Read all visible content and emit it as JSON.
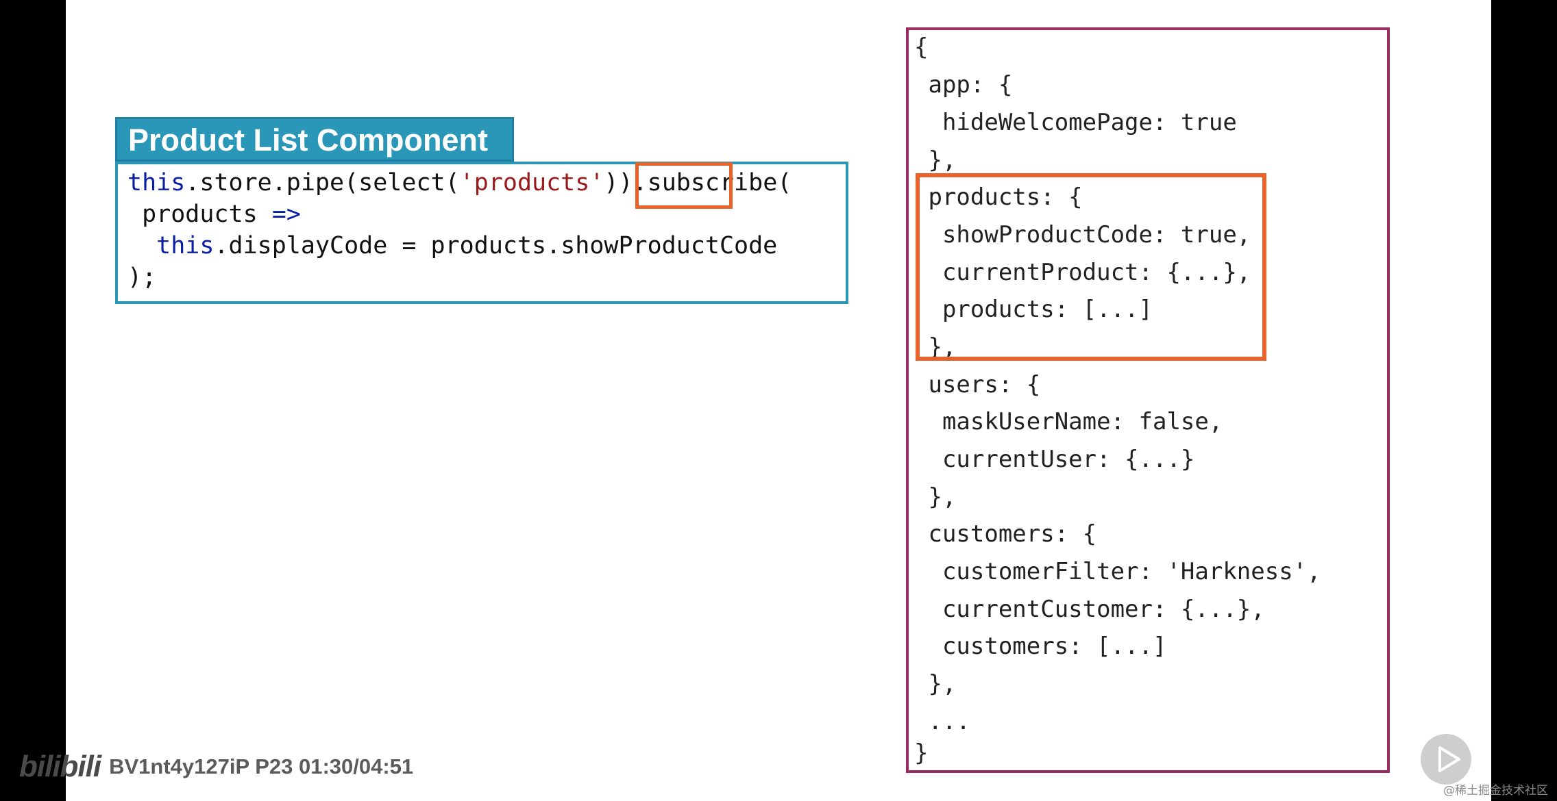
{
  "component": {
    "title": "Product List Component",
    "code": {
      "l1_this": "this",
      "l1_a": ".store.pipe(select(",
      "l1_str": "'products'",
      "l1_b": "))",
      "l1_sub": ".subscribe",
      "l1_c": "(",
      "l2_a": " products ",
      "l2_arrow": "=>",
      "l3_indent": "  ",
      "l3_this": "this",
      "l3_rest": ".displayCode = products.showProductCode",
      "l4": ");"
    }
  },
  "state": {
    "lines": [
      "{",
      " app: {",
      "  hideWelcomePage: true",
      " },",
      " products: {",
      "  showProductCode: true,",
      "  currentProduct: {...},",
      "  products: [...]",
      " },",
      " users: {",
      "  maskUserName: false,",
      "  currentUser: {...}",
      " },",
      " customers: {",
      "  customerFilter: 'Harkness',",
      "  currentCustomer: {...},",
      "  customers: [...]",
      " },",
      " ...",
      "}"
    ]
  },
  "watermark": {
    "logo": "bilibili",
    "text": "BV1nt4y127iP P23 01:30/04:51"
  },
  "corner_credit": "@稀土掘金技术社区",
  "icons": {
    "play": "play-icon"
  },
  "colors": {
    "component_header": "#2a97b8",
    "highlight": "#e8622a",
    "state_border": "#9b2c63"
  }
}
